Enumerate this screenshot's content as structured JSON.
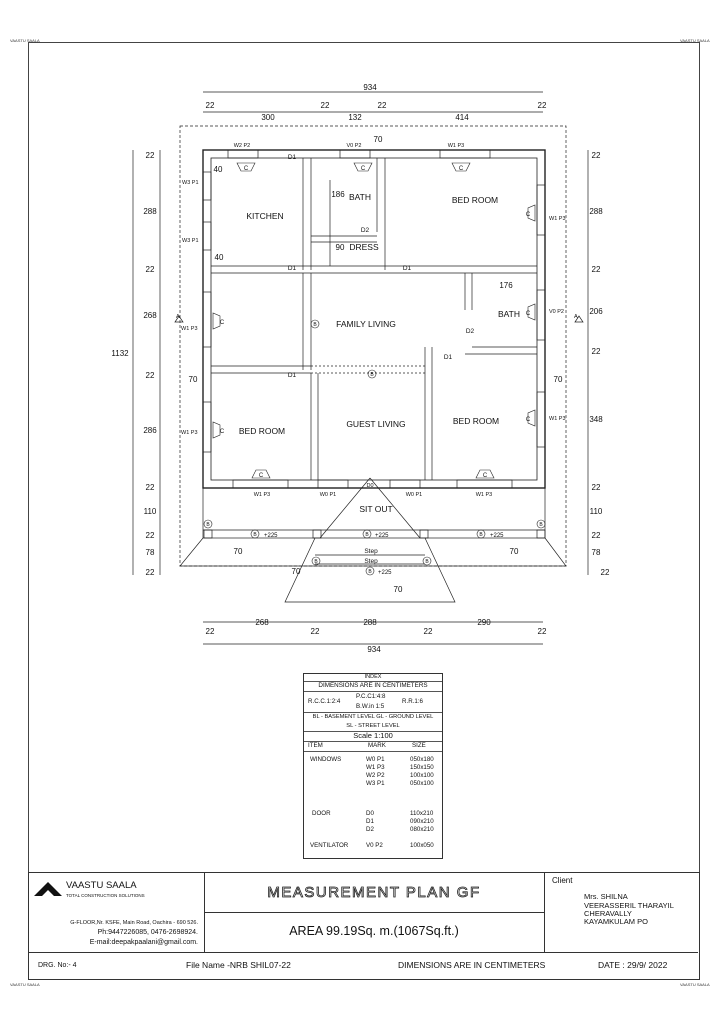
{
  "sheet_marks": {
    "corner": "VAASTU SAALA"
  },
  "plan": {
    "overall_top": "934",
    "overall_bottom": "934",
    "overall_left": "1132",
    "top_segments": [
      "22",
      "300",
      "22",
      "132",
      "22",
      "414",
      "22"
    ],
    "bottom_segments": [
      "22",
      "268",
      "22",
      "288",
      "22",
      "290",
      "22"
    ],
    "left_segments": [
      "22",
      "288",
      "22",
      "268",
      "22",
      "286",
      "22",
      "110",
      "22",
      "78",
      "22"
    ],
    "right_segments": [
      "22",
      "288",
      "22",
      "206",
      "22",
      "348",
      "22",
      "110",
      "22",
      "78",
      "22"
    ],
    "inner_dims": {
      "d70_top": "70",
      "d40_a": "40",
      "d40_b": "40",
      "d186": "186",
      "d90": "90",
      "d176": "176",
      "d70_left": "70",
      "d70_right": "70",
      "d70_sit_l": "70",
      "d70_sit_r": "70",
      "d70_step_l": "70",
      "d70_step_b": "70"
    },
    "rooms": {
      "kitchen": "KITCHEN",
      "bath1": "BATH",
      "bed1": "BED ROOM",
      "dress": "DRESS",
      "family": "FAMILY LIVING",
      "bath2": "BATH",
      "bed2": "BED ROOM",
      "guest": "GUEST LIVING",
      "bed3": "BED ROOM",
      "sitout": "SIT OUT",
      "step1": "Step",
      "step2": "Step"
    },
    "openings": {
      "w2p2": "W2 P2",
      "v0p2_top": "V0 P2",
      "w1p3_top": "W1 P3",
      "w3p1_a": "W3 P1",
      "w3p1_b": "W3 P1",
      "w1p3_right": "W1 P3",
      "w1p3_left": "W1 P3",
      "v0p2_right": "V0 P2",
      "w1p3_left2": "W1 P3",
      "w1p3_right2": "W1 P3",
      "w1p3_bottom_l": "W1 P3",
      "w0p1_a": "W0 P1",
      "d0": "D0",
      "w0p1_b": "W0 P1",
      "w1p3_bottom_r": "W1 P3",
      "d1_a": "D1",
      "d1_b": "D1",
      "d1_c": "D1",
      "d1_d": "D1",
      "d1_e": "D1",
      "d2_a": "D2",
      "d2_b": "D2",
      "c": "C",
      "b": "B",
      "a": "A",
      "level": "+225"
    }
  },
  "index": {
    "title": "INDEX",
    "subtitle": "DIMENSIONS ARE IN CENTIMETERS",
    "pcc": "P.C.C1:4:8",
    "rcc": "R.C.C.1:2:4",
    "bw": "B.W.in 1:5",
    "rr": "R.R.1:6",
    "levels1": "BL - BASEMENT LEVEL   GL - GROUND LEVEL",
    "levels2": "SL - STREET LEVEL",
    "scale": "Scale 1:100",
    "col_item": "ITEM",
    "col_mark": "MARK",
    "col_size": "SIZE",
    "windows_label": "WINDOWS",
    "windows": [
      {
        "mark": "W0 P1",
        "size": "050x180"
      },
      {
        "mark": "W1 P3",
        "size": "150x150"
      },
      {
        "mark": "W2 P2",
        "size": "100x100"
      },
      {
        "mark": "W3 P1",
        "size": "050x100"
      }
    ],
    "door_label": "DOOR",
    "doors": [
      {
        "mark": "D0",
        "size": "110x210"
      },
      {
        "mark": "D1",
        "size": "090x210"
      },
      {
        "mark": "D2",
        "size": "080x210"
      }
    ],
    "vent_label": "VENTILATOR",
    "vent": {
      "mark": "V0 P2",
      "size": "100x050"
    }
  },
  "title_block": {
    "company": "VAASTU SAALA",
    "tagline": "TOTAL CONSTRUCTION SOLUTIONS",
    "address": "G-FLOOR,Nr. KSFE, Main Road, Oachira - 690 526.",
    "phone": "Ph:9447226085, 0476-2698924.",
    "email": "E-mail:deepakpaalani@gmail.com.",
    "drawing_title": "MEASUREMENT PLAN GF",
    "area": "AREA 99.19Sq. m.(1067Sq.ft.)",
    "client_label": "Client",
    "client_lines": [
      "Mrs. SHILNA",
      "VEERASSERIL THARAYIL",
      "CHERAVALLY",
      "KAYAMKULAM PO"
    ],
    "drg_no": "DRG. No:- 4",
    "file_name": "File Name -NRB SHIL07-22",
    "dims_note": "DIMENSIONS ARE IN CENTIMETERS",
    "date": "DATE : 29/9/ 2022"
  }
}
